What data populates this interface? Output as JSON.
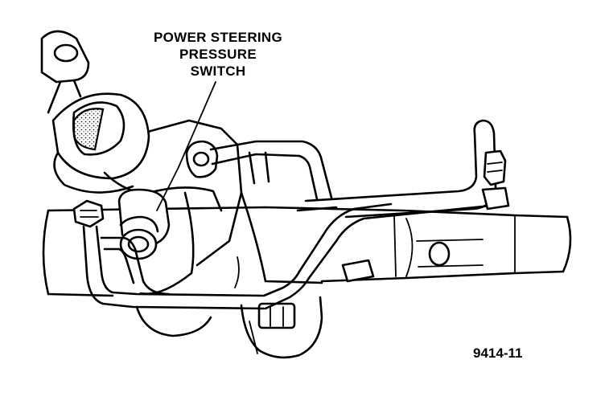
{
  "callout": {
    "line1": "POWER STEERING",
    "line2": "PRESSURE",
    "line3": "SWITCH"
  },
  "figure_number": "9414-11"
}
